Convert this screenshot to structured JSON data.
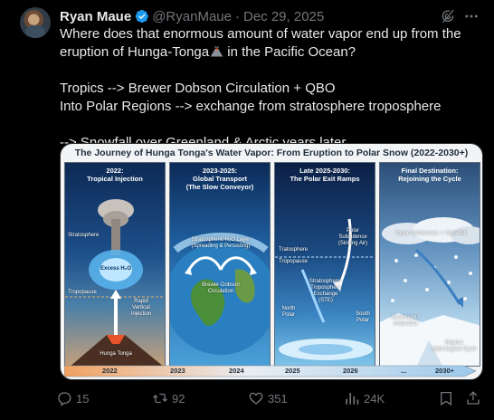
{
  "author": {
    "name": "Ryan Maue",
    "handle": "@RyanMaue",
    "separator": "·",
    "date": "Dec 29, 2025"
  },
  "tweet": {
    "line1": "Where does that enormous amount of water vapor end up from the",
    "line2": "eruption of Hunga-Tonga",
    "line2_after": " in the Pacific Ocean?",
    "line3": "Tropics --> Brewer Dobson Circulation + QBO",
    "line4": "Into Polar Regions --> exchange from stratosphere troposphere",
    "line5": "--> Snowfall over Greenland & Arctic years later."
  },
  "infographic": {
    "title": "The Journey of Hunga Tonga's Water Vapor: From Eruption to Polar Snow (2022-2030+)",
    "panel1": {
      "head1": "2022:",
      "head2": "Tropical Injection",
      "stratosphere": "Stratosphere",
      "excess": "Excess H₂O",
      "tropopause": "Tropopause",
      "rapid1": "Rapid",
      "rapid2": "Vertical",
      "rapid3": "Injection",
      "volcano": "Hunga Tonga"
    },
    "panel2": {
      "head1": "2023-2025:",
      "head2": "Global Transport",
      "head3": "(The Slow Conveyor)",
      "layer1": "Stratospheric H₂O Layer",
      "layer2": "(Spreading & Persisting)",
      "bd1": "Brewer-Dobson",
      "bd2": "Circulation"
    },
    "panel3": {
      "head1": "Late 2025-2030:",
      "head2": "The Polar Exit Ramps",
      "subs1": "Polar",
      "subs2": "Subsidence",
      "subs3": "(Sinking Air)",
      "tropopause": "Tropopause",
      "stratosphere": "Tratosphere",
      "ex1": "Stratosphere-",
      "ex2": "Troposphere",
      "ex3": "Exchange",
      "ex4": "(STE)",
      "north1": "North",
      "north2": "Polar",
      "south1": "South",
      "south2": "Polar"
    },
    "panel4": {
      "head1": "Final Destination:",
      "head2": "Rejoining the Cycle",
      "vapor": "Vapor Condenses -> Snowfall",
      "green1": "Greenland /",
      "green2": "Antarctica",
      "rejoin1": "Rejoins",
      "rejoin2": "Hydrological Cycle"
    },
    "timeline": [
      "2022",
      "2023",
      "2024",
      "2025",
      "2026",
      "...",
      "2030+"
    ]
  },
  "actions": {
    "replies": "15",
    "reposts": "92",
    "likes": "351",
    "views": "24K"
  },
  "colors": {
    "background": "#000000",
    "text": "#e7e9ea",
    "muted": "#71767b",
    "verified": "#1d9bf0"
  },
  "icons": [
    "verified-badge-icon",
    "grok-icon",
    "more-icon",
    "reply-icon",
    "repost-icon",
    "like-icon",
    "views-icon",
    "bookmark-icon",
    "share-icon",
    "volcano-emoji-icon"
  ]
}
